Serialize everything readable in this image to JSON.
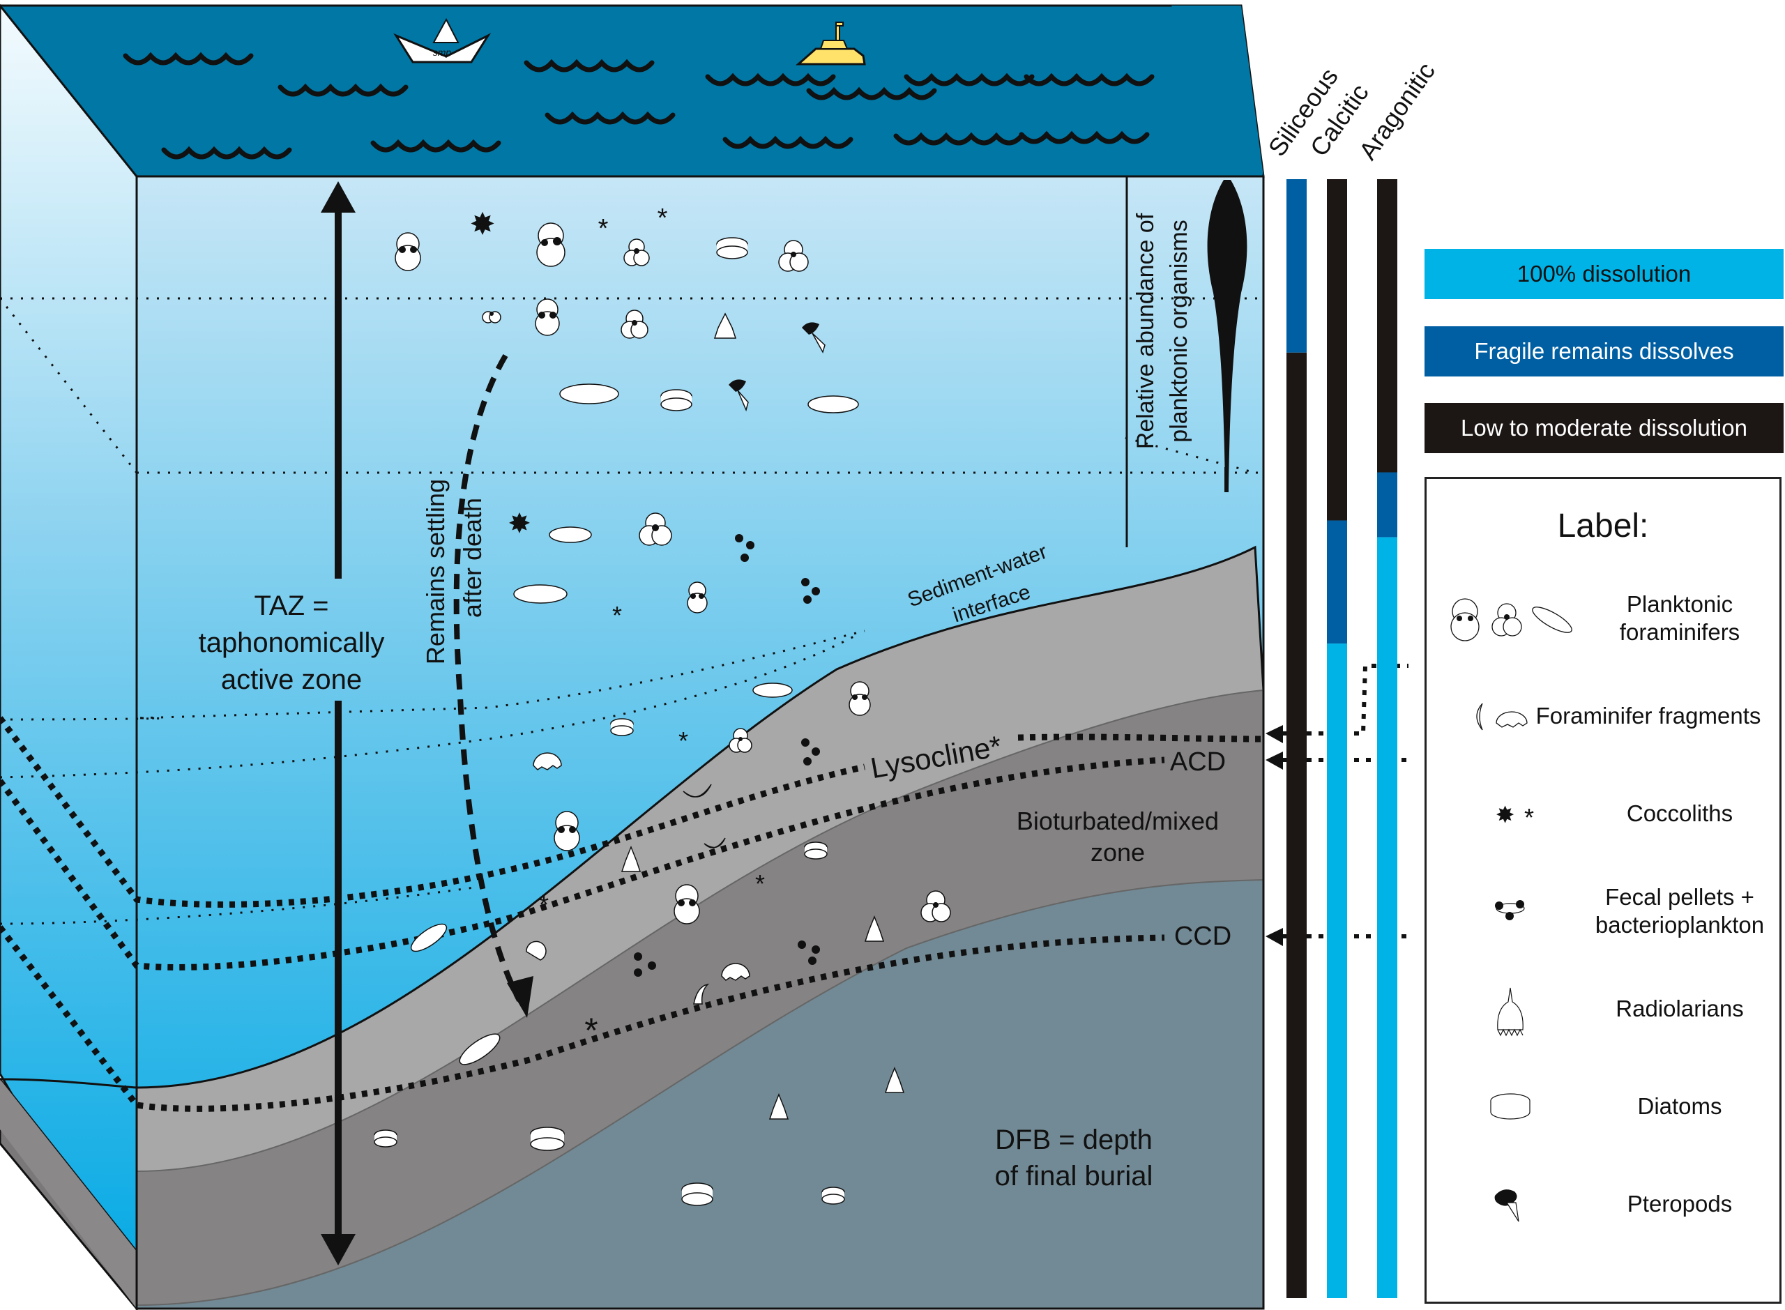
{
  "diagram": {
    "title": "Taphonomic zones and dissolution of planktonic remains in the ocean",
    "surface": {
      "boat_label": "smp",
      "boat_icon": "paper-boat-icon",
      "submarine_icon": "submarine-icon",
      "wave_icon": "wave-icon"
    },
    "zones": {
      "taz": [
        "TAZ =",
        "taphonomically",
        "active zone"
      ],
      "settling": [
        "Remains settling",
        "after death"
      ],
      "abundance": [
        "Relative abundance of",
        "planktonic organisms"
      ],
      "sediment_water": [
        "Sediment-water",
        "interface"
      ],
      "lysocline": "Lysocline*",
      "acd": "ACD",
      "ccd": "CCD",
      "bioturbated": [
        "Bioturbated/mixed",
        "zone"
      ],
      "dfb": [
        "DFB = depth",
        "of final burial"
      ]
    },
    "columns": [
      {
        "name": "Siliceous",
        "segments": [
          {
            "state": "fragile",
            "from": 0,
            "to": 0.155
          },
          {
            "state": "low",
            "from": 0.155,
            "to": 1
          }
        ]
      },
      {
        "name": "Calcitic",
        "segments": [
          {
            "state": "low",
            "from": 0,
            "to": 0.305
          },
          {
            "state": "fragile",
            "from": 0.305,
            "to": 0.415
          },
          {
            "state": "full",
            "from": 0.415,
            "to": 1
          }
        ]
      },
      {
        "name": "Aragonitic",
        "segments": [
          {
            "state": "low",
            "from": 0,
            "to": 0.262
          },
          {
            "state": "fragile",
            "from": 0.262,
            "to": 0.32
          },
          {
            "state": "full",
            "from": 0.32,
            "to": 1
          }
        ]
      }
    ],
    "key": [
      {
        "state": "full",
        "label": "100% dissolution",
        "color": "#00b3e6",
        "text_color": "#111111"
      },
      {
        "state": "fragile",
        "label": "Fragile remains dissolves",
        "color": "#005fa3",
        "text_color": "#ffffff"
      },
      {
        "state": "low",
        "label": "Low to moderate dissolution",
        "color": "#1c1614",
        "text_color": "#ffffff"
      }
    ],
    "legend": {
      "title": "Label:",
      "items": [
        {
          "icon": "planktonic-foraminifer-icon",
          "label": "Planktonic foraminifers"
        },
        {
          "icon": "foraminifer-fragment-icon",
          "label": "Foraminifer fragments"
        },
        {
          "icon": "coccolith-icon",
          "label": "Coccoliths"
        },
        {
          "icon": "fecal-pellet-icon",
          "label": "Fecal pellets + bacterioplankton"
        },
        {
          "icon": "radiolarian-icon",
          "label": "Radiolarians"
        },
        {
          "icon": "diatom-icon",
          "label": "Diatoms"
        },
        {
          "icon": "pteropod-icon",
          "label": "Pteropods"
        }
      ]
    },
    "colors": {
      "sea_surface": "#0077a4",
      "water_top": "#c3e5f5",
      "water_bottom": "#00aee6",
      "sediment_light": "#a9a8a8",
      "sediment_mid": "#858383",
      "sediment_deep": "#728a95",
      "submarine": "#ffe26a"
    }
  }
}
